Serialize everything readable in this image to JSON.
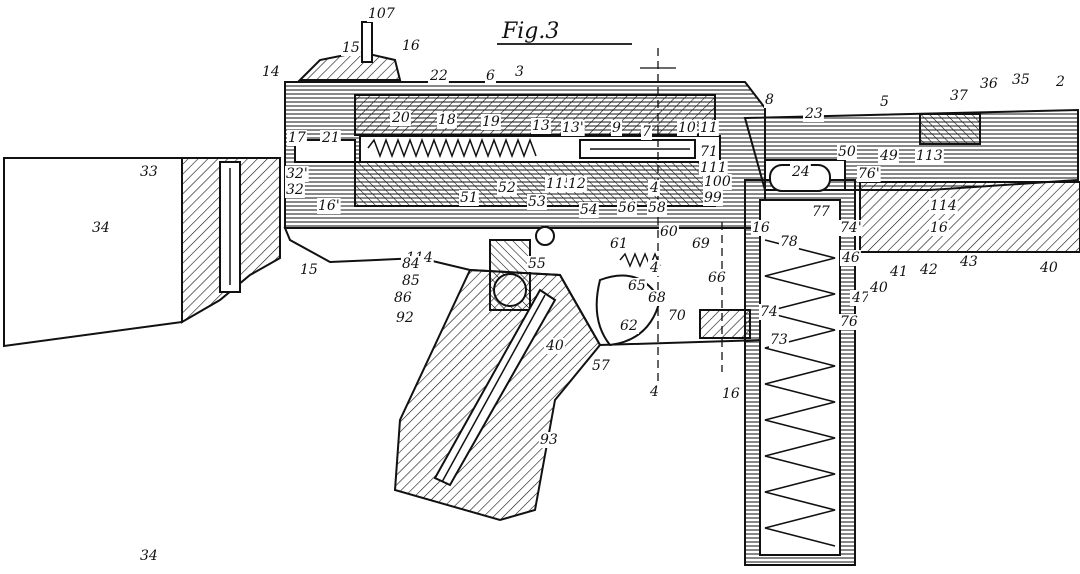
{
  "figure": {
    "title": "Fig.3",
    "ink": "#111111",
    "paper": "#ffffff",
    "reference_numerals": [
      "107",
      "15",
      "16",
      "14",
      "22",
      "6",
      "3",
      "2",
      "35",
      "36",
      "37",
      "5",
      "8",
      "23",
      "20",
      "18",
      "19",
      "13",
      "13'",
      "9",
      "7",
      "10",
      "11",
      "17",
      "21",
      "33",
      "32'",
      "32",
      "34",
      "16'",
      "15",
      "114",
      "84",
      "85",
      "86",
      "92",
      "51",
      "52",
      "53",
      "54",
      "56",
      "58",
      "115",
      "12",
      "4",
      "71",
      "111",
      "100",
      "99",
      "24",
      "50",
      "49",
      "113",
      "76'",
      "77",
      "74'",
      "78",
      "46",
      "47",
      "40",
      "41",
      "42",
      "43",
      "60",
      "61",
      "69",
      "65",
      "68",
      "70",
      "62",
      "55",
      "57",
      "66",
      "74",
      "73",
      "76",
      "93",
      "4",
      "4",
      "16",
      "16",
      "16",
      "40",
      "114",
      "40",
      "34"
    ]
  }
}
